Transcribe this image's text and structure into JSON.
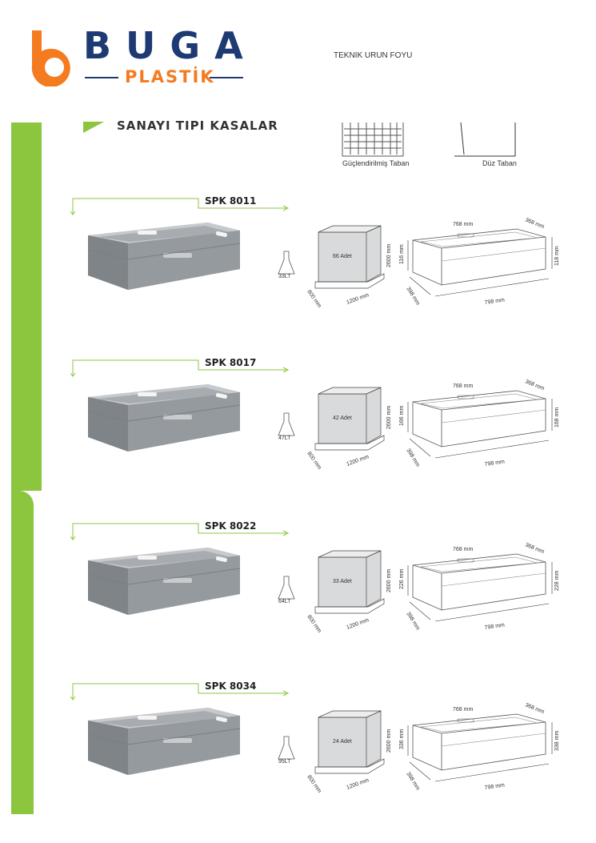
{
  "header": {
    "brand_name": "BUGA",
    "brand_sub": "PLASTİK",
    "doc_title": "TEKNIK URUN FOYU",
    "accent_green": "#8cc63f",
    "brand_blue": "#1d3a73",
    "brand_orange": "#f47b20"
  },
  "section": {
    "title": "SANAYI TIPI KASALAR"
  },
  "legend": {
    "reinforced_label": "Güçlendirilmiş Taban",
    "flat_label": "Düz Taban"
  },
  "products": [
    {
      "model": "SPK 8011",
      "volume": "33LT",
      "pallet_qty": "66 Adet",
      "pallet_height": "2600 mm",
      "pallet_depth": "800 mm",
      "pallet_width": "1200 mm",
      "inner_length": "768 mm",
      "inner_width": "368 mm",
      "outer_length": "798 mm",
      "outer_width": "398 mm",
      "inner_height": "116 mm",
      "outer_height": "118 mm"
    },
    {
      "model": "SPK 8017",
      "volume": "47LT",
      "pallet_qty": "42 Adet",
      "pallet_height": "2600 mm",
      "pallet_depth": "800 mm",
      "pallet_width": "1200 mm",
      "inner_length": "768 mm",
      "inner_width": "368 mm",
      "outer_length": "798 mm",
      "outer_width": "398 mm",
      "inner_height": "166 mm",
      "outer_height": "168 mm"
    },
    {
      "model": "SPK 8022",
      "volume": "64LT",
      "pallet_qty": "33 Adet",
      "pallet_height": "2600 mm",
      "pallet_depth": "800 mm",
      "pallet_width": "1200 mm",
      "inner_length": "768 mm",
      "inner_width": "368 mm",
      "outer_length": "798 mm",
      "outer_width": "398 mm",
      "inner_height": "226 mm",
      "outer_height": "228 mm"
    },
    {
      "model": "SPK 8034",
      "volume": "95LT",
      "pallet_qty": "24 Adet",
      "pallet_height": "2600 mm",
      "pallet_depth": "800 mm",
      "pallet_width": "1200 mm",
      "inner_length": "768 mm",
      "inner_width": "368 mm",
      "outer_length": "798 mm",
      "outer_width": "398 mm",
      "inner_height": "336 mm",
      "outer_height": "338 mm"
    }
  ]
}
